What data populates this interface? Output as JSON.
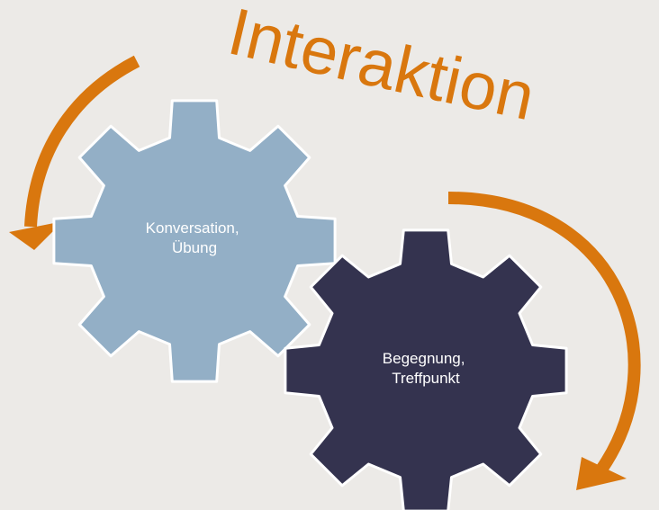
{
  "title": "Interaktion",
  "gears": [
    {
      "line1": "Konversation,",
      "line2": "Übung"
    },
    {
      "line1": "Begegnung,",
      "line2": "Treffpunkt"
    }
  ],
  "colors": {
    "background": "#ECEAE7",
    "gear_left_fill": "#93AFC6",
    "gear_right_fill": "#34334F",
    "gear_stroke": "#FFFFFF",
    "arrow": "#D9770E",
    "title": "#D9770E",
    "label_left": "#FFFFFF",
    "label_right": "#FFFFFF"
  }
}
